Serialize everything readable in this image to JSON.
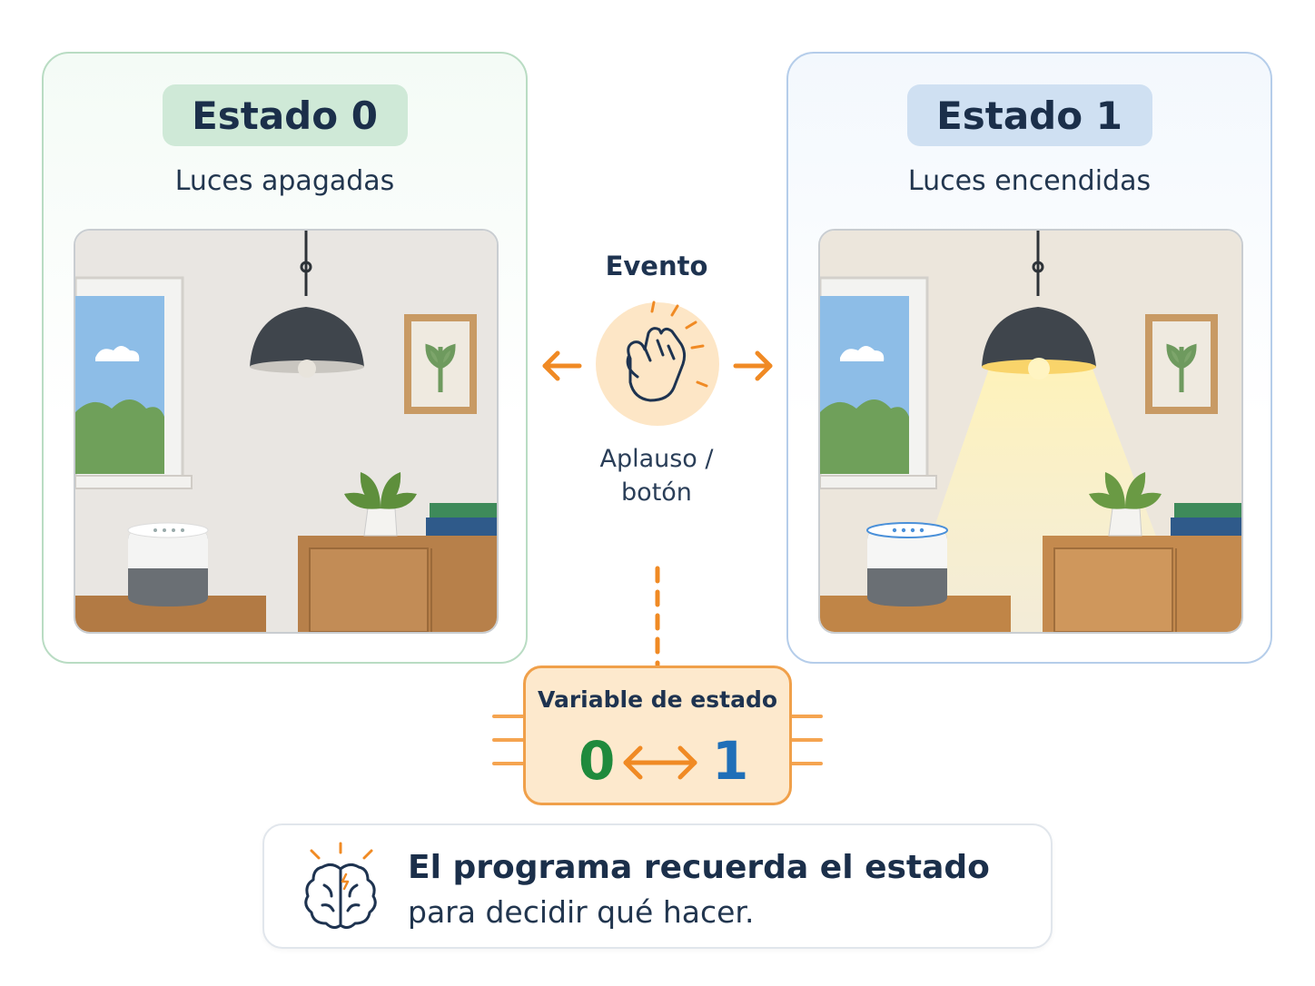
{
  "left_panel": {
    "title": "Estado 0",
    "subtitle": "Luces apagadas"
  },
  "right_panel": {
    "title": "Estado 1",
    "subtitle": "Luces encendidas"
  },
  "event": {
    "title": "Evento",
    "label_line1": "Aplauso /",
    "label_line2": "botón"
  },
  "state_variable": {
    "title": "Variable de estado",
    "value_a": "0",
    "value_b": "1"
  },
  "note": {
    "title": "El programa recuerda el estado",
    "subtitle": "para decidir qué hacer."
  },
  "icons": [
    "clapping-hands-icon",
    "arrow-left-icon",
    "arrow-right-icon",
    "double-arrow-icon",
    "brain-icon"
  ],
  "colors": {
    "accent": "#f08a24",
    "state0": "#1f8a3c",
    "state1": "#1f6fb8",
    "text": "#1e3350"
  }
}
